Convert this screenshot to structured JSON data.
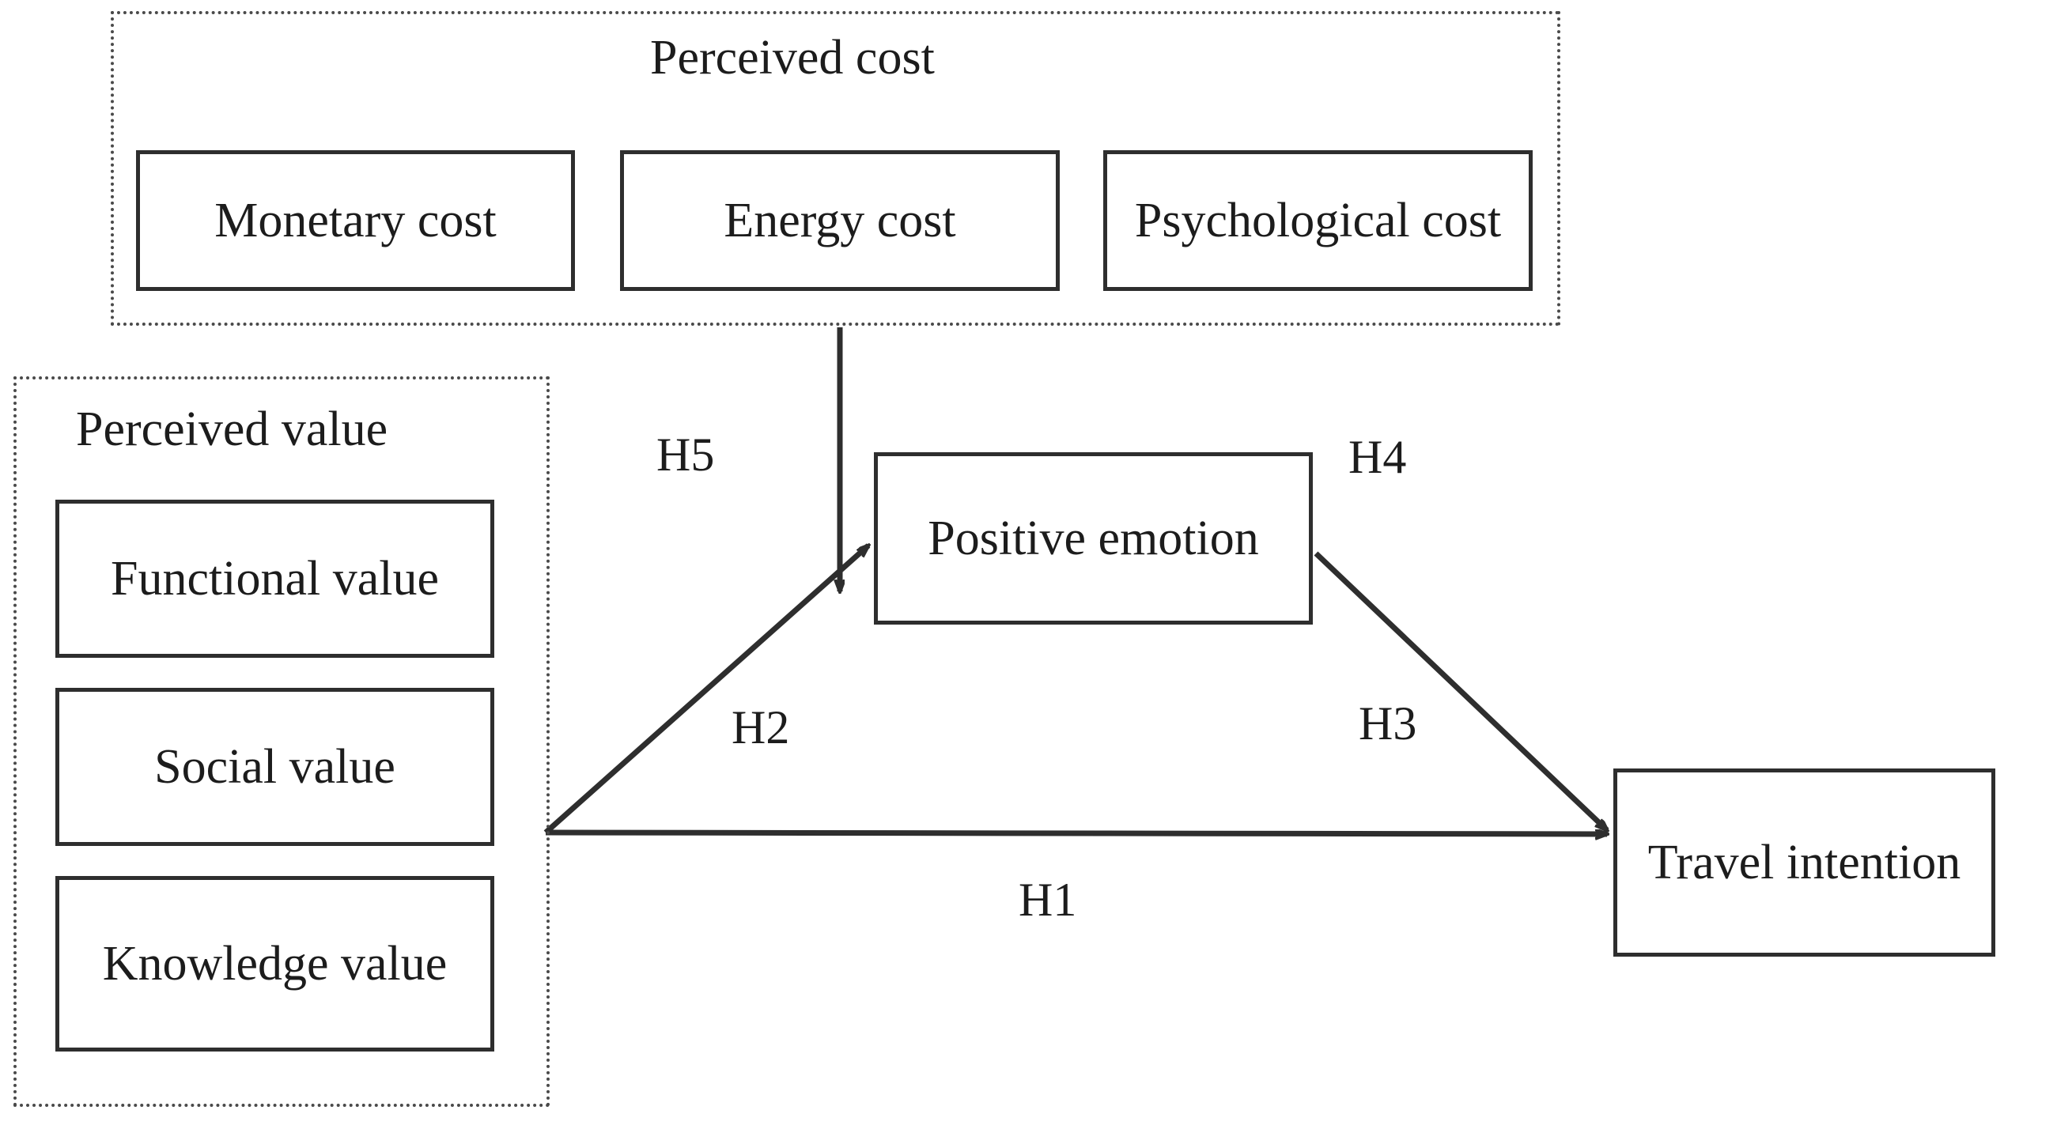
{
  "diagram": {
    "type": "conceptual-research-model",
    "groups": [
      {
        "id": "perceived-cost",
        "title": "Perceived cost",
        "items": [
          {
            "id": "monetary-cost",
            "label": "Monetary cost"
          },
          {
            "id": "energy-cost",
            "label": "Energy cost"
          },
          {
            "id": "psychological-cost",
            "label": "Psychological cost"
          }
        ]
      },
      {
        "id": "perceived-value",
        "title": "Perceived value",
        "items": [
          {
            "id": "functional-value",
            "label": "Functional value"
          },
          {
            "id": "social-value",
            "label": "Social value"
          },
          {
            "id": "knowledge-value",
            "label": "Knowledge value"
          }
        ]
      }
    ],
    "nodes": [
      {
        "id": "positive-emotion",
        "label": "Positive emotion"
      },
      {
        "id": "travel-intention",
        "label": "Travel intention"
      }
    ],
    "hypotheses": [
      {
        "id": "h1",
        "label": "H1",
        "from": "perceived-value",
        "to": "travel-intention"
      },
      {
        "id": "h2",
        "label": "H2",
        "from": "perceived-value",
        "to": "positive-emotion"
      },
      {
        "id": "h3",
        "label": "H3",
        "from": "positive-emotion",
        "to": "travel-intention"
      },
      {
        "id": "h4",
        "label": "H4",
        "from": "positive-emotion",
        "to": "travel-intention"
      },
      {
        "id": "h5",
        "label": "H5",
        "from": "perceived-cost",
        "to": "positive-emotion"
      }
    ],
    "colors": {
      "node_border": "#2e2e2e",
      "group_border": "#4a4a4a",
      "text": "#1c1c1c",
      "arrow": "#2e2e2e",
      "background": "#ffffff"
    }
  }
}
